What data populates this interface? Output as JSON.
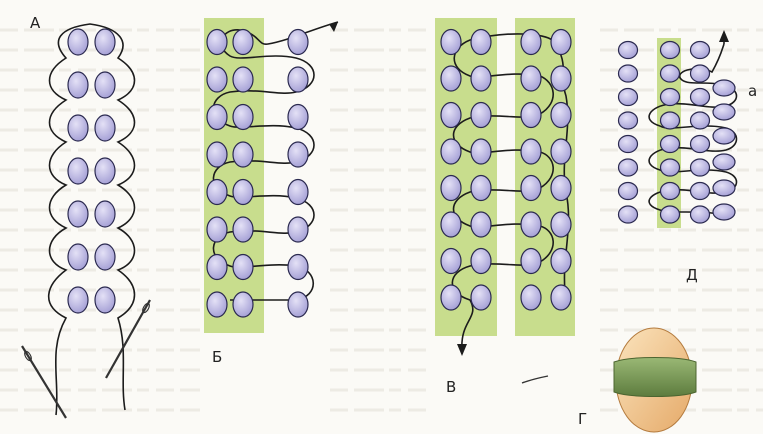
{
  "labels": {
    "a": "А",
    "b": "Б",
    "v": "В",
    "g": "Г",
    "d": "Д",
    "alpha": "а"
  },
  "colors": {
    "bead_fill": "#b5b0e0",
    "bead_stroke": "#2b2a50",
    "panel_green": "#bed77a",
    "thread": "#1c1c1c",
    "egg": "#f1c98f",
    "egg_band": "#7c9c57",
    "page_bg": "#fbfaf6",
    "faded_text": "#e3dfd6"
  },
  "icons": [
    "needle-icon",
    "arrow-up-icon",
    "arrow-down-icon",
    "egg-icon"
  ]
}
